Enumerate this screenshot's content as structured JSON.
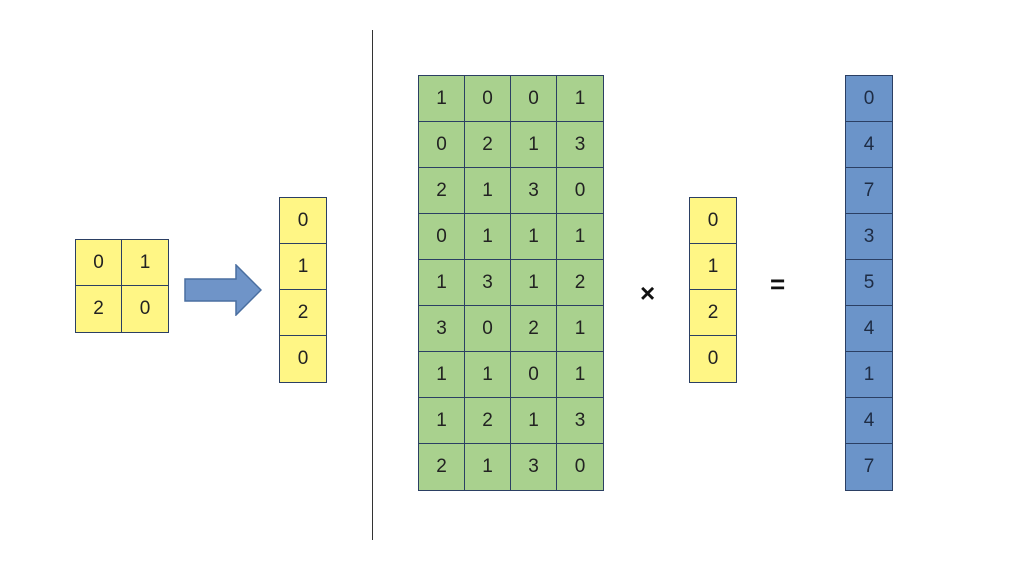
{
  "kernel": {
    "rows": [
      [
        "0",
        "1"
      ],
      [
        "2",
        "0"
      ]
    ],
    "color": "#fff685"
  },
  "flattened_kernel": {
    "values": [
      "0",
      "1",
      "2",
      "0"
    ],
    "color": "#fff685"
  },
  "matrix": {
    "rows": [
      [
        "1",
        "0",
        "0",
        "1"
      ],
      [
        "0",
        "2",
        "1",
        "3"
      ],
      [
        "2",
        "1",
        "3",
        "0"
      ],
      [
        "0",
        "1",
        "1",
        "1"
      ],
      [
        "1",
        "3",
        "1",
        "2"
      ],
      [
        "3",
        "0",
        "2",
        "1"
      ],
      [
        "1",
        "1",
        "0",
        "1"
      ],
      [
        "1",
        "2",
        "1",
        "3"
      ],
      [
        "2",
        "1",
        "3",
        "0"
      ]
    ],
    "color": "#a9d18e"
  },
  "vector": {
    "values": [
      "0",
      "1",
      "2",
      "0"
    ],
    "color": "#fff685"
  },
  "result": {
    "values": [
      "0",
      "4",
      "7",
      "3",
      "5",
      "4",
      "1",
      "4",
      "7"
    ],
    "color": "#6b94c9"
  },
  "operators": {
    "times": "×",
    "equals": "="
  },
  "arrow": {
    "icon": "right-arrow-icon",
    "color": "#6f94c8"
  }
}
